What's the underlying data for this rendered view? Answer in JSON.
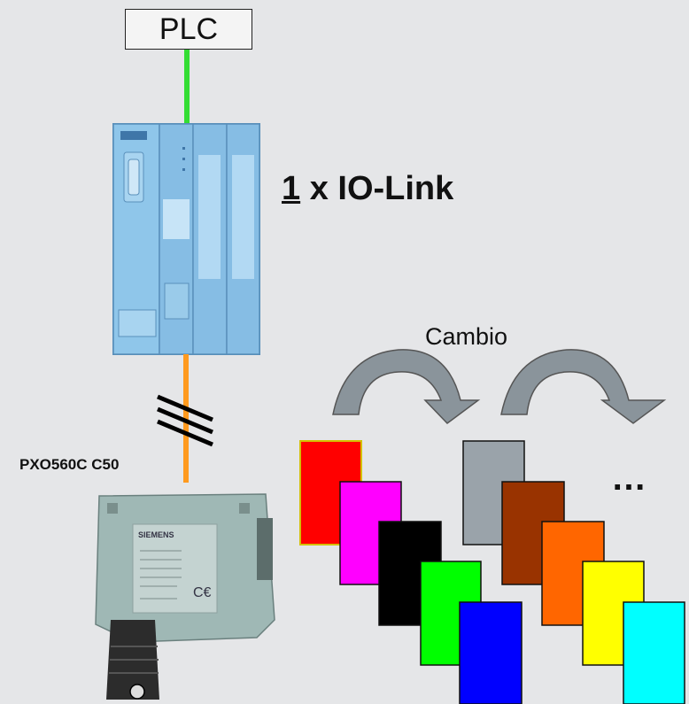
{
  "plc_label": "PLC",
  "iolink": {
    "count": "1",
    "suffix": " x IO-Link"
  },
  "change_label": "Cambio",
  "sensor_label": "PXO560C C50",
  "ellipsis": "…",
  "sensor_brand": "SIEMENS",
  "colors": {
    "background": "#e5e6e8",
    "cable_top": "#33dd33",
    "cable_bottom": "#ff9a1e",
    "module_blue": "#8fc3e6",
    "arrow_gray": "#8a949b"
  },
  "color_cards_group1": [
    "#ff0000",
    "#ff00ff",
    "#000000",
    "#00ff00",
    "#0000ff"
  ],
  "color_cards_group2": [
    "#9aa3aa",
    "#993300",
    "#ff6600",
    "#ffff00",
    "#00ffff"
  ]
}
